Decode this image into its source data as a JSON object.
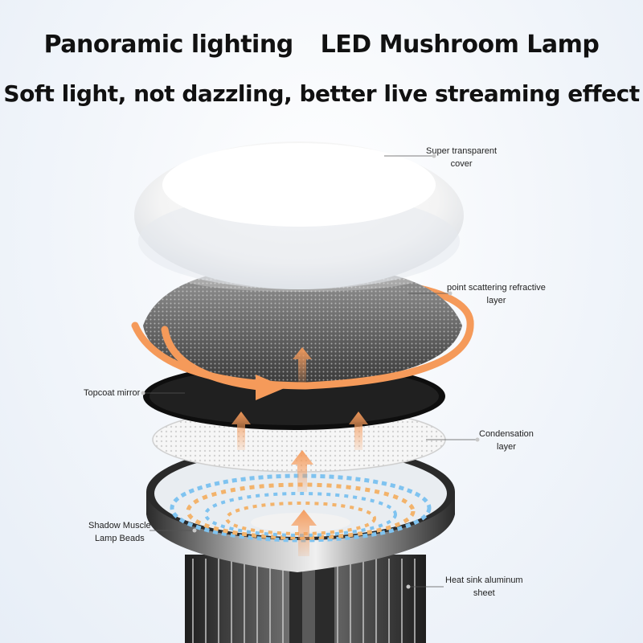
{
  "headline": {
    "part1": "Panoramic lighting",
    "part2": "LED Mushroom Lamp",
    "subtitle": "Soft light, not dazzling, better live streaming effect"
  },
  "callouts": {
    "cover_line1": "Super transparent",
    "cover_line2": "cover",
    "refractive_line1": "point scattering refractive",
    "refractive_line2": "layer",
    "mirror": "Topcoat mirror",
    "condensation_line1": "Condensation",
    "condensation_line2": "layer",
    "beads_line1": "Shadow Muscle",
    "beads_line2": "Lamp Beads",
    "heatsink_line1": "Heat sink aluminum",
    "heatsink_line2": "sheet"
  },
  "colors": {
    "accent_orange": "#f59a5a",
    "text": "#111111",
    "bead_blue": "#7fc3f0",
    "bead_amber": "#f3b36b"
  },
  "icons": [
    "light-direction-arrow-icon",
    "rotation-arrow-icon"
  ]
}
